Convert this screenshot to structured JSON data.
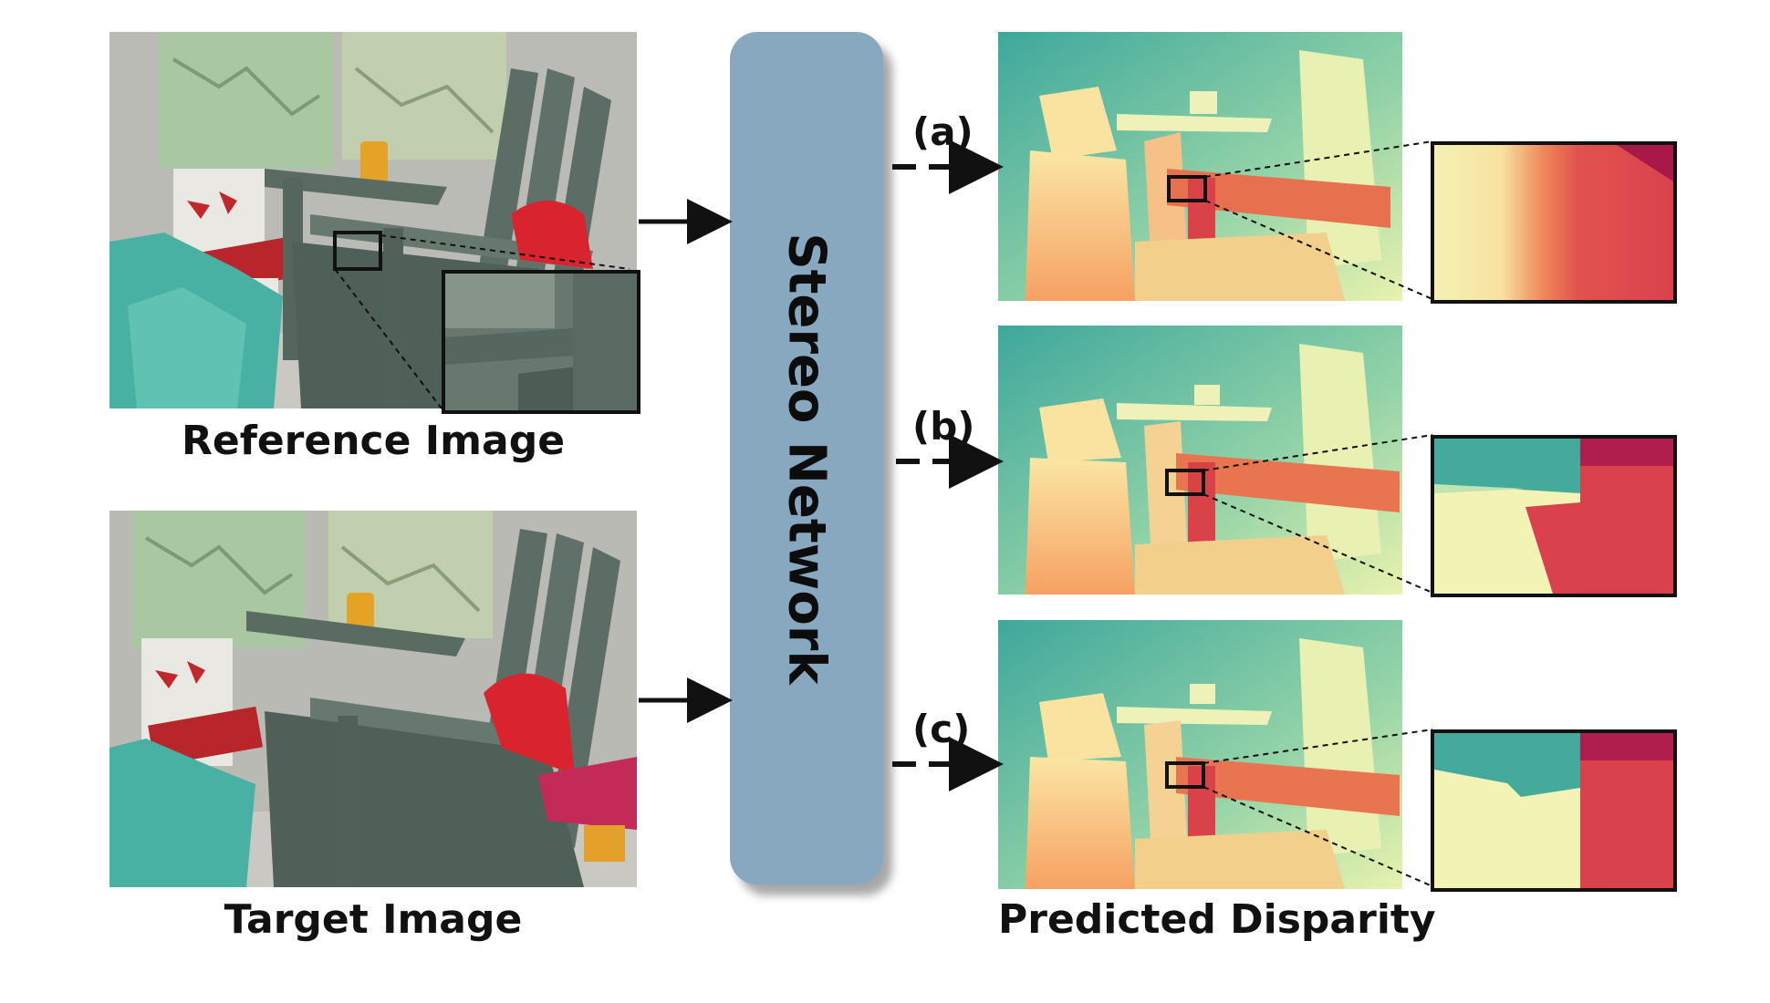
{
  "captions": {
    "reference": "Reference Image",
    "target": "Target Image",
    "predicted": "Predicted Disparity"
  },
  "network": {
    "label": "Stereo Network"
  },
  "variants": [
    {
      "label": "(a)"
    },
    {
      "label": "(b)"
    },
    {
      "label": "(c)"
    }
  ],
  "colors": {
    "network_fill": "#87a8bf",
    "arrow": "#111111",
    "disparity_far": "#3aa59a",
    "disparity_mid": "#f6efb0",
    "disparity_near": "#d9424d",
    "chair": "#56665e"
  }
}
